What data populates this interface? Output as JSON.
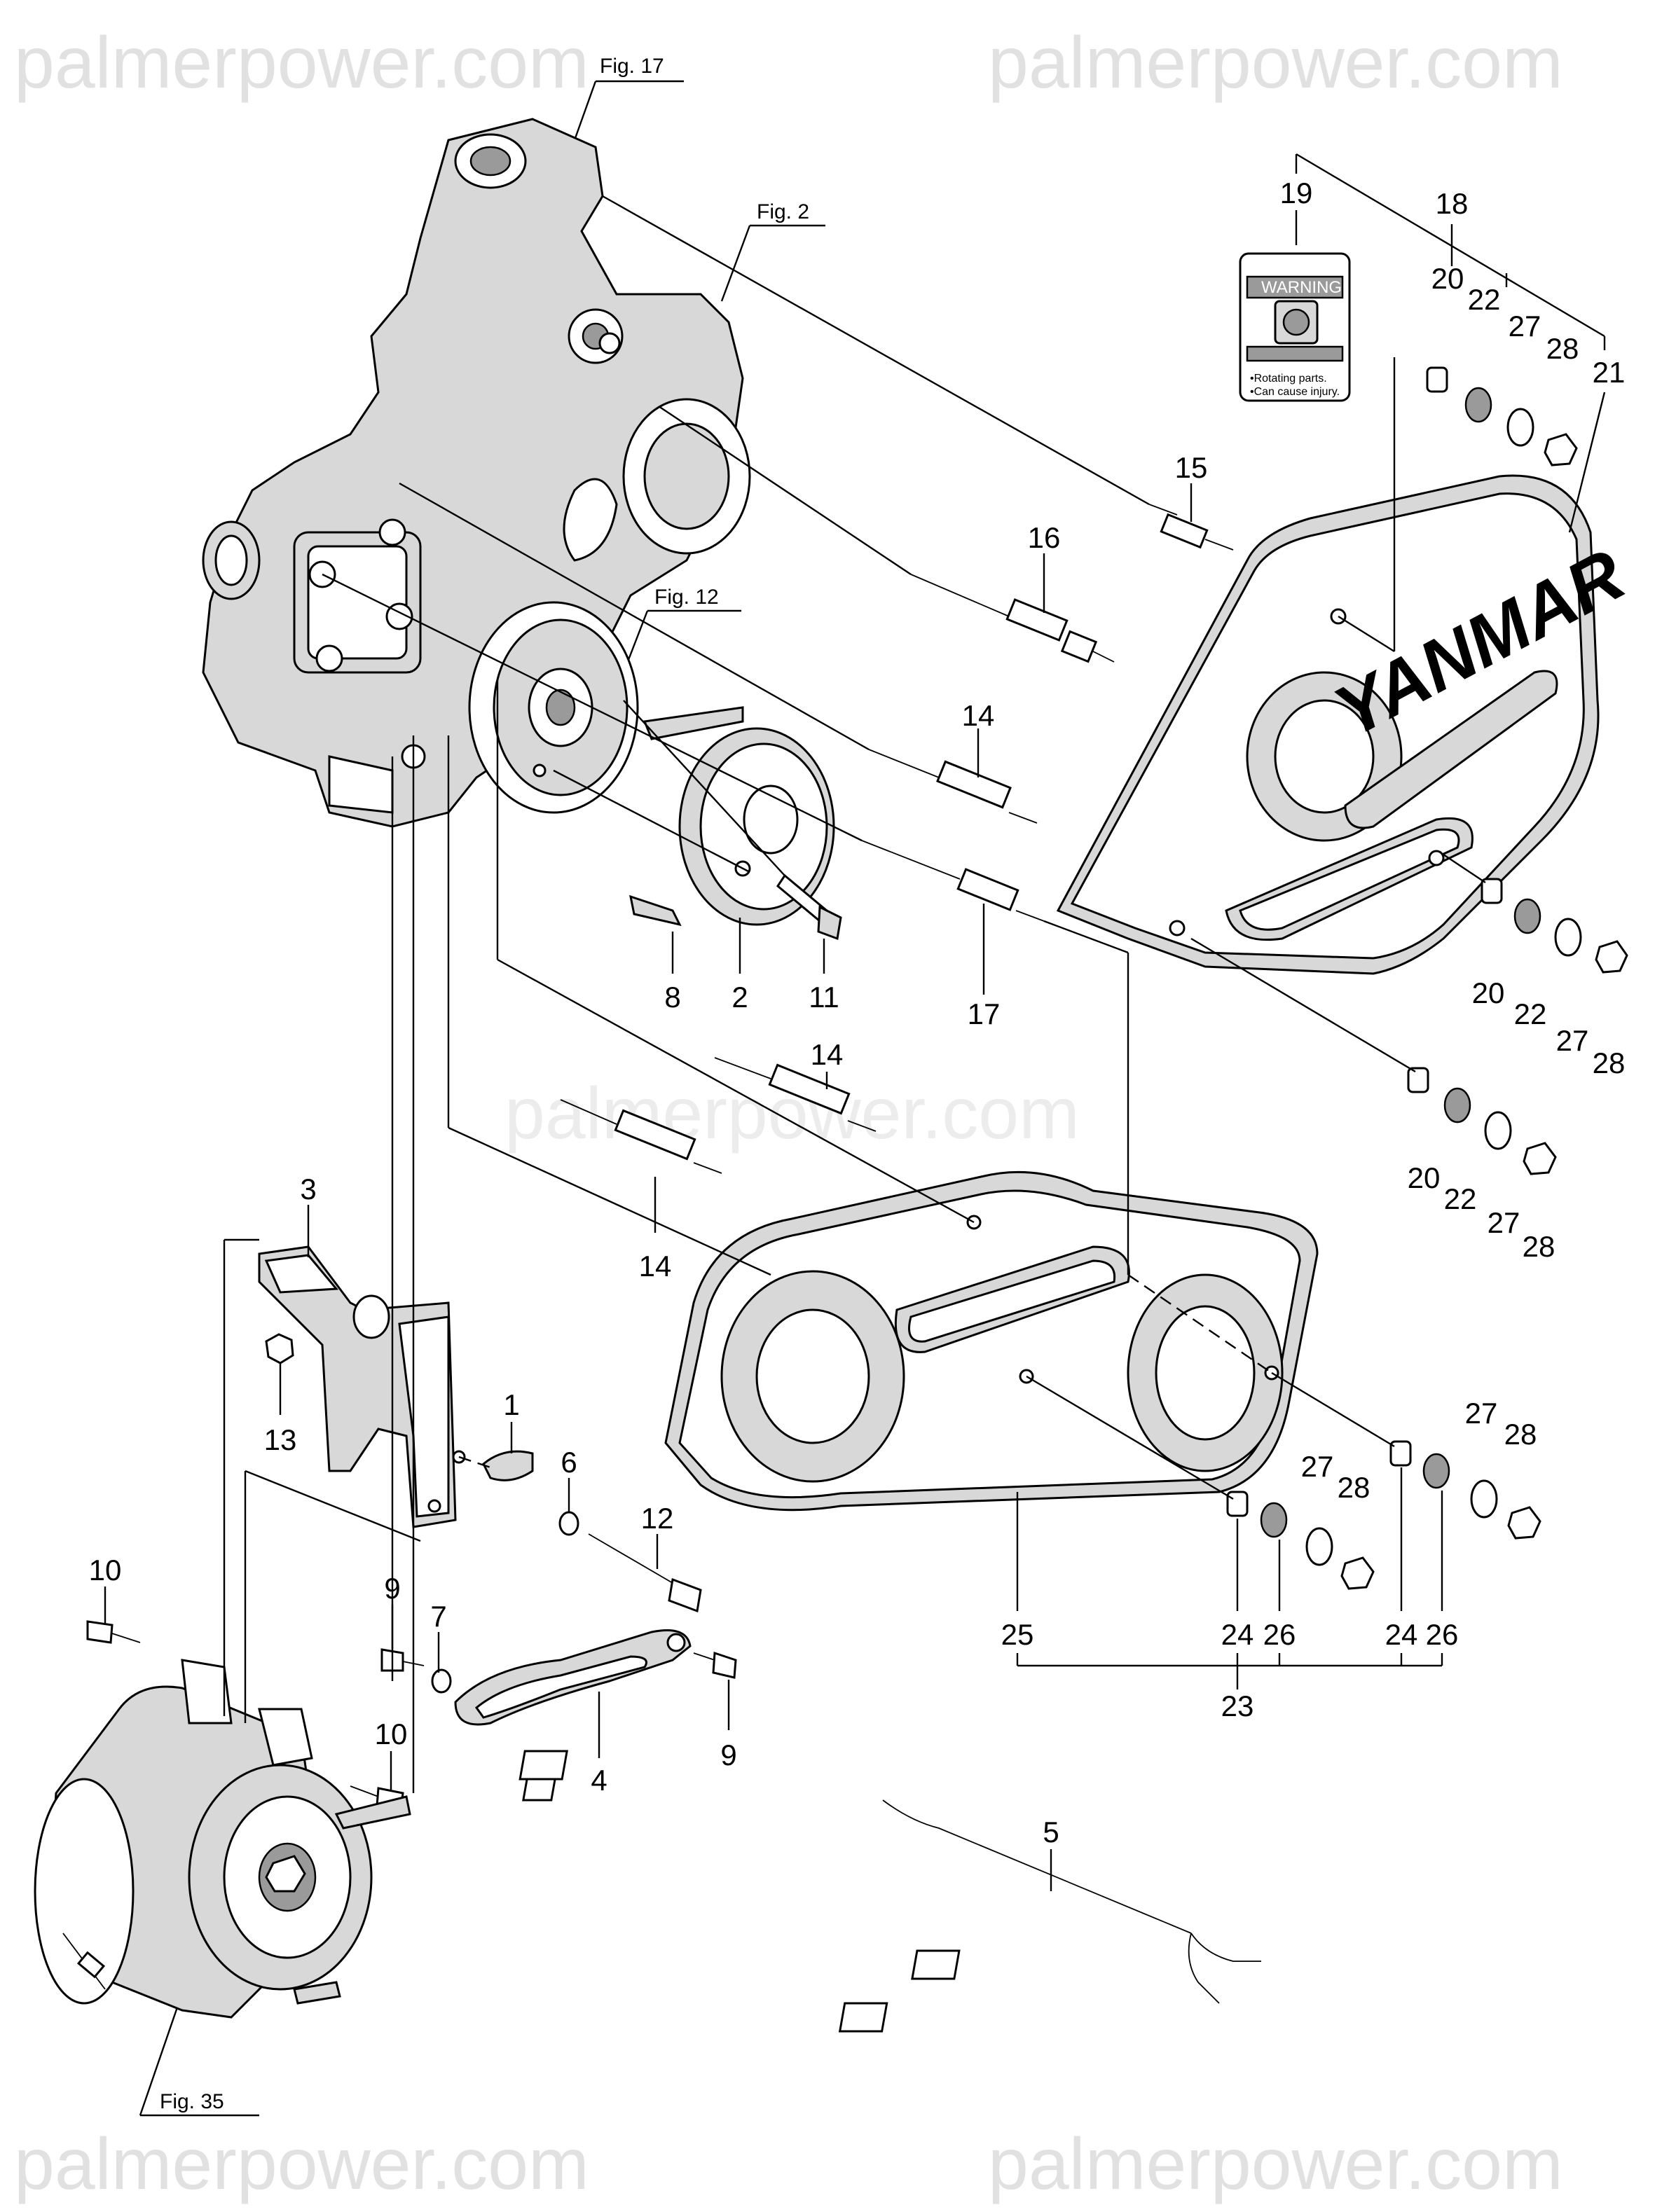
{
  "watermark": {
    "text": "palmerpower.com"
  },
  "figure_refs": {
    "fig17": "Fig. 17",
    "fig2": "Fig. 2",
    "fig12": "Fig. 12",
    "fig35": "Fig. 35"
  },
  "brand": {
    "cover_logo": "YANMAR"
  },
  "warning_label": {
    "title": "WARNING",
    "line1": "•Rotating parts.",
    "line2": "•Can cause injury."
  },
  "callouts": {
    "c19": "19",
    "c18": "18",
    "c20a": "20",
    "c22a": "22",
    "c27a": "27",
    "c28a": "28",
    "c21": "21",
    "c15": "15",
    "c16": "16",
    "c14a": "14",
    "c8": "8",
    "c2": "2",
    "c11": "11",
    "c17": "17",
    "c20b": "20",
    "c22b": "22",
    "c27b": "27",
    "c28b": "28",
    "c14b": "14",
    "c20c": "20",
    "c22c": "22",
    "c27c": "27",
    "c28c": "28",
    "c3": "3",
    "c14c": "14",
    "c13": "13",
    "c1": "1",
    "c6": "6",
    "c12": "12",
    "c27d": "27",
    "c28d": "28",
    "c27e": "27",
    "c28e": "28",
    "c10a": "10",
    "c9a": "9",
    "c7": "7",
    "c9b": "9",
    "c4": "4",
    "c10b": "10",
    "c25": "25",
    "c24a": "24",
    "c26a": "26",
    "c24b": "24",
    "c26b": "26",
    "c23": "23",
    "c5": "5"
  }
}
